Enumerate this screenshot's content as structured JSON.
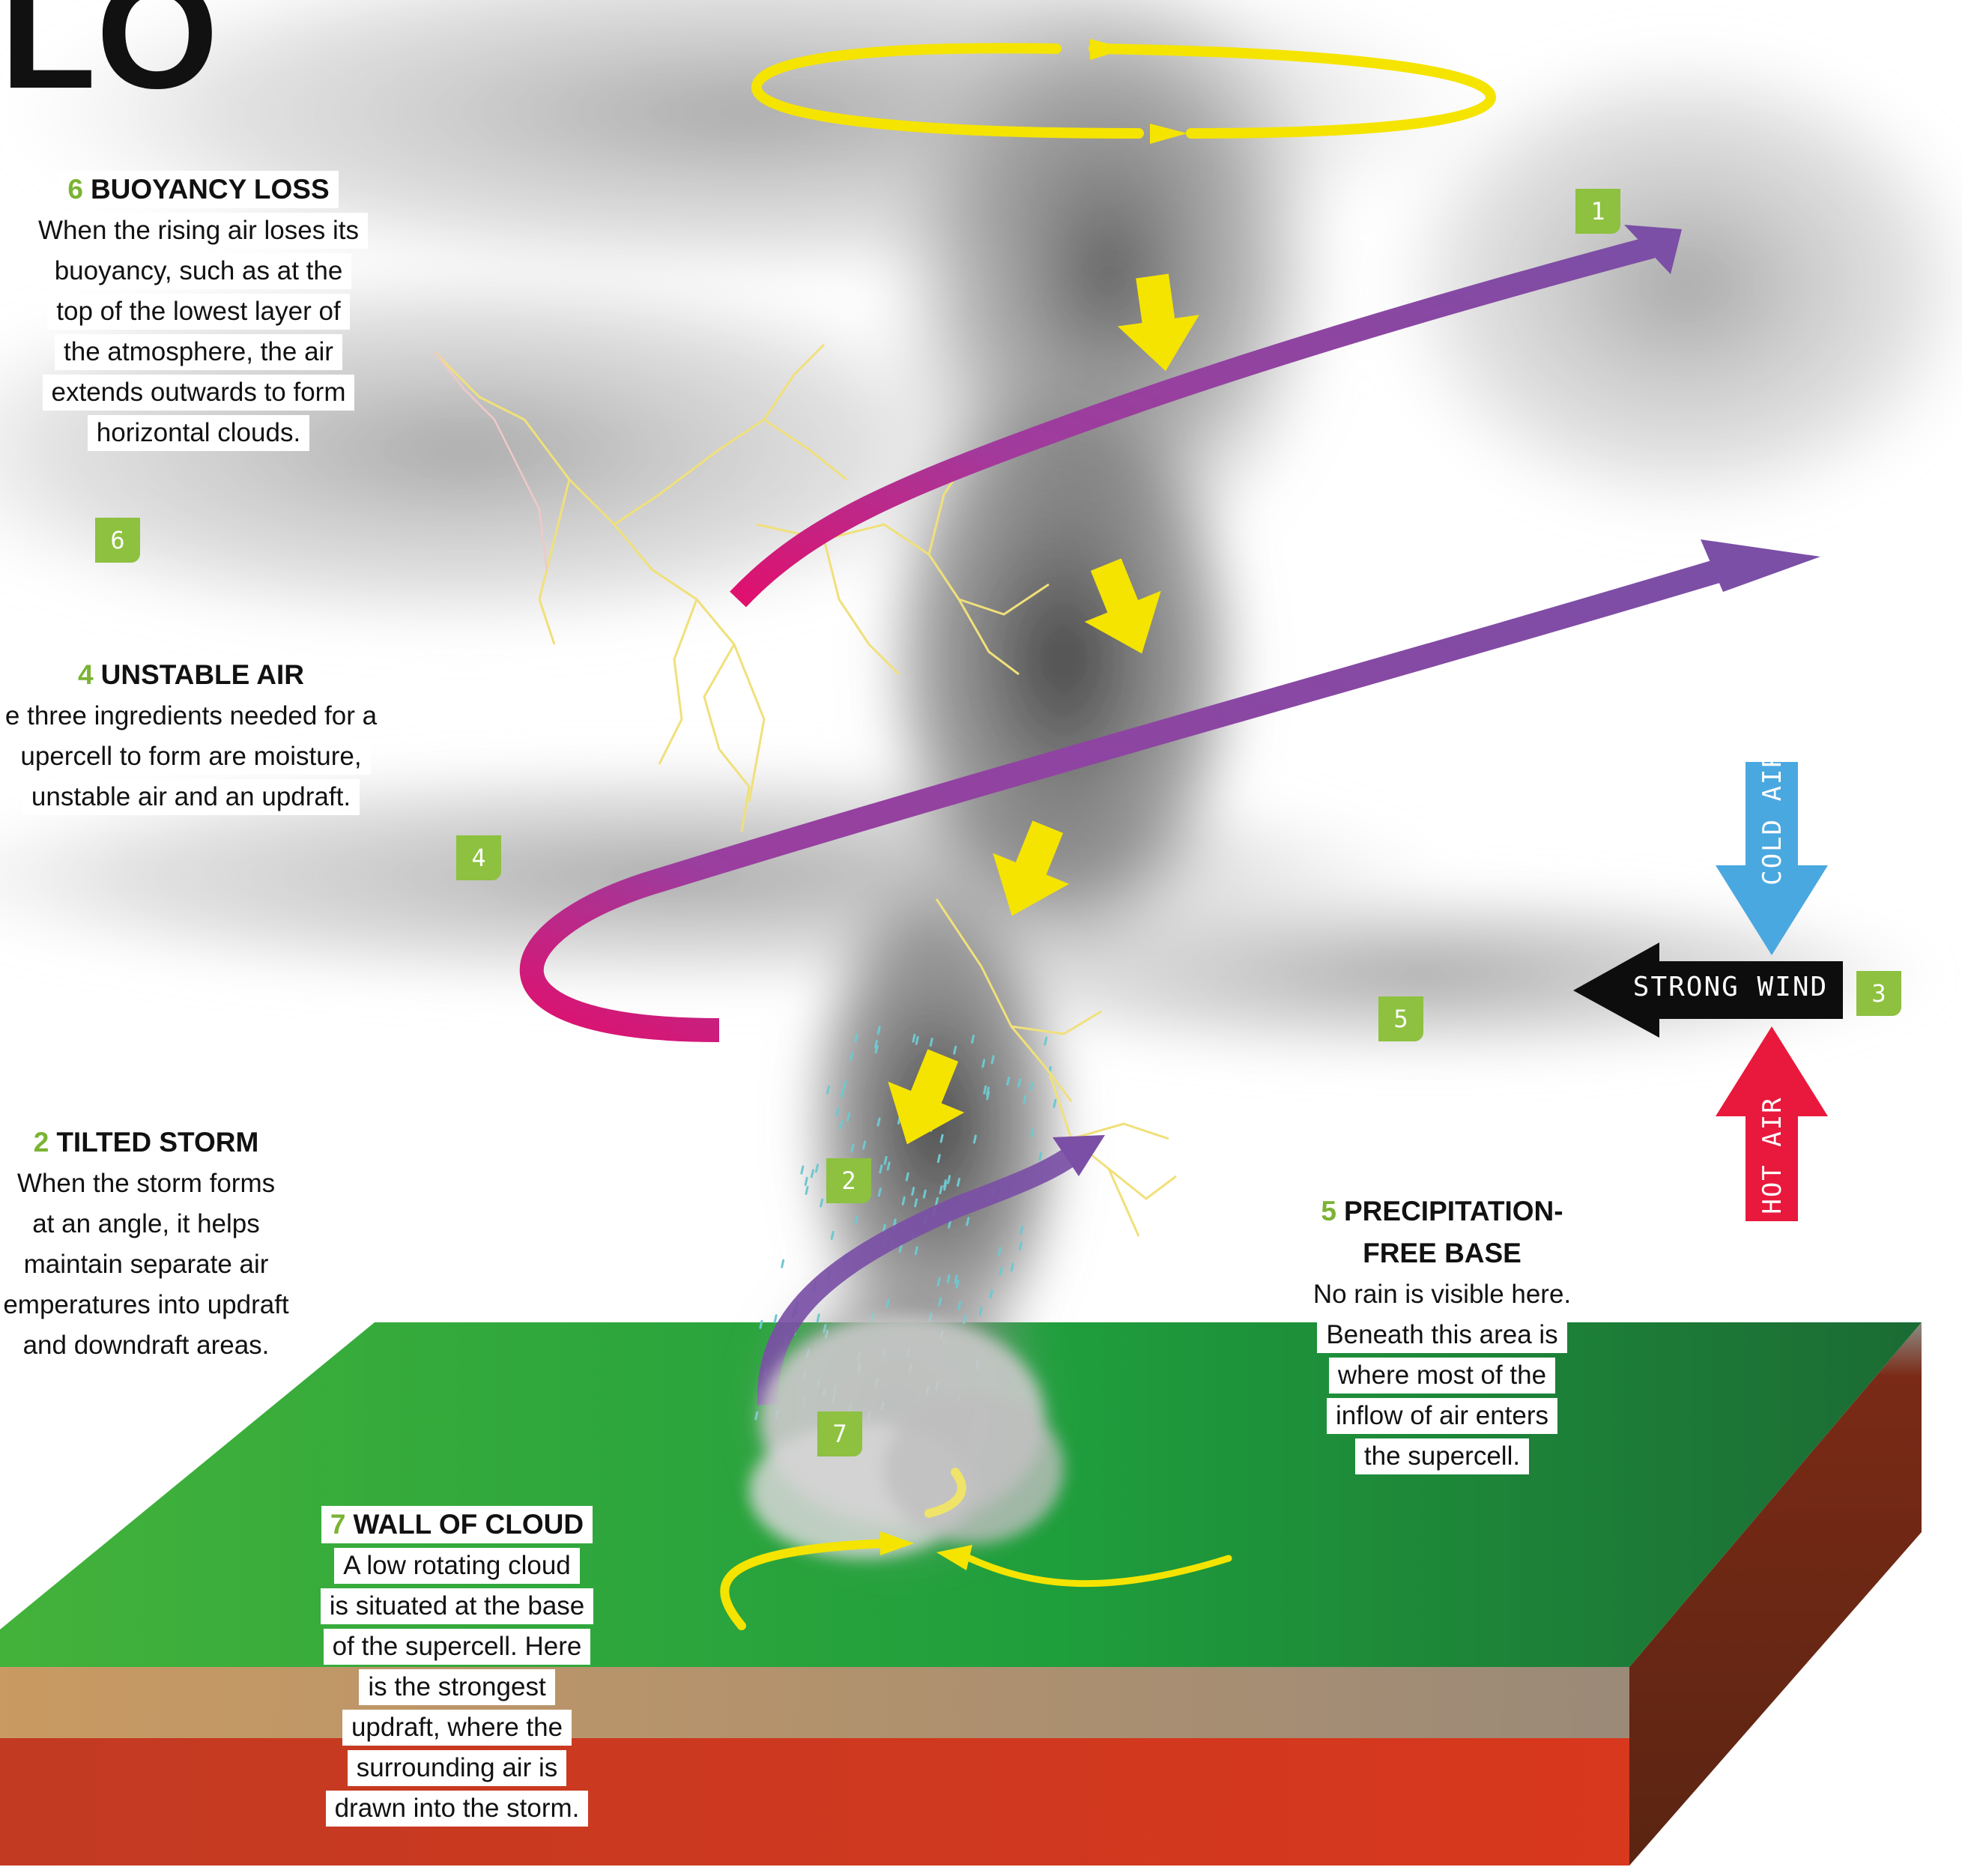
{
  "header_fragment": "LO",
  "callouts": {
    "buoyancy": {
      "num": "6",
      "title": "BUOYANCY LOSS",
      "lines": [
        "When the rising air loses its",
        "buoyancy, such as at the",
        "top of the lowest layer of",
        "the atmosphere, the air",
        "extends outwards to form",
        "horizontal clouds."
      ]
    },
    "unstable": {
      "num": "4",
      "title": "UNSTABLE AIR",
      "lines": [
        "e three ingredients needed for a",
        "upercell to form are moisture,",
        "unstable air and an updraft."
      ]
    },
    "tilted": {
      "num": "2",
      "title": "TILTED STORM",
      "lines": [
        "When the storm forms",
        "at an angle, it helps",
        "maintain separate air",
        "emperatures into updraft",
        "and downdraft areas."
      ]
    },
    "precip": {
      "num": "5",
      "title_lines": [
        "PRECIPITATION-",
        "FREE BASE"
      ],
      "lines": [
        "No rain is visible here.",
        "Beneath this area is",
        "where most of the",
        "inflow of air enters",
        "the supercell."
      ]
    },
    "wall": {
      "num": "7",
      "title": "WALL OF CLOUD",
      "lines": [
        "A low rotating cloud",
        "is situated at the base",
        "of the supercell. Here",
        "is the strongest",
        "updraft, where the",
        "surrounding air is",
        "drawn into the storm."
      ]
    }
  },
  "badges": [
    "1",
    "2",
    "3",
    "4",
    "5",
    "6",
    "7"
  ],
  "legend": {
    "strong_wind": "STRONG WIND",
    "cold_air": "COLD AIR",
    "hot_air": "HOT AIR"
  },
  "colors": {
    "badge_green": "#8dc13f",
    "updraft_purple": "#7b4fa6",
    "updraft_pink": "#e0106e",
    "downdraft_yellow": "#f5e400",
    "cold_air_blue": "#4aa8e0",
    "hot_air_red": "#e8193c",
    "ground_green": "#23a13a"
  }
}
